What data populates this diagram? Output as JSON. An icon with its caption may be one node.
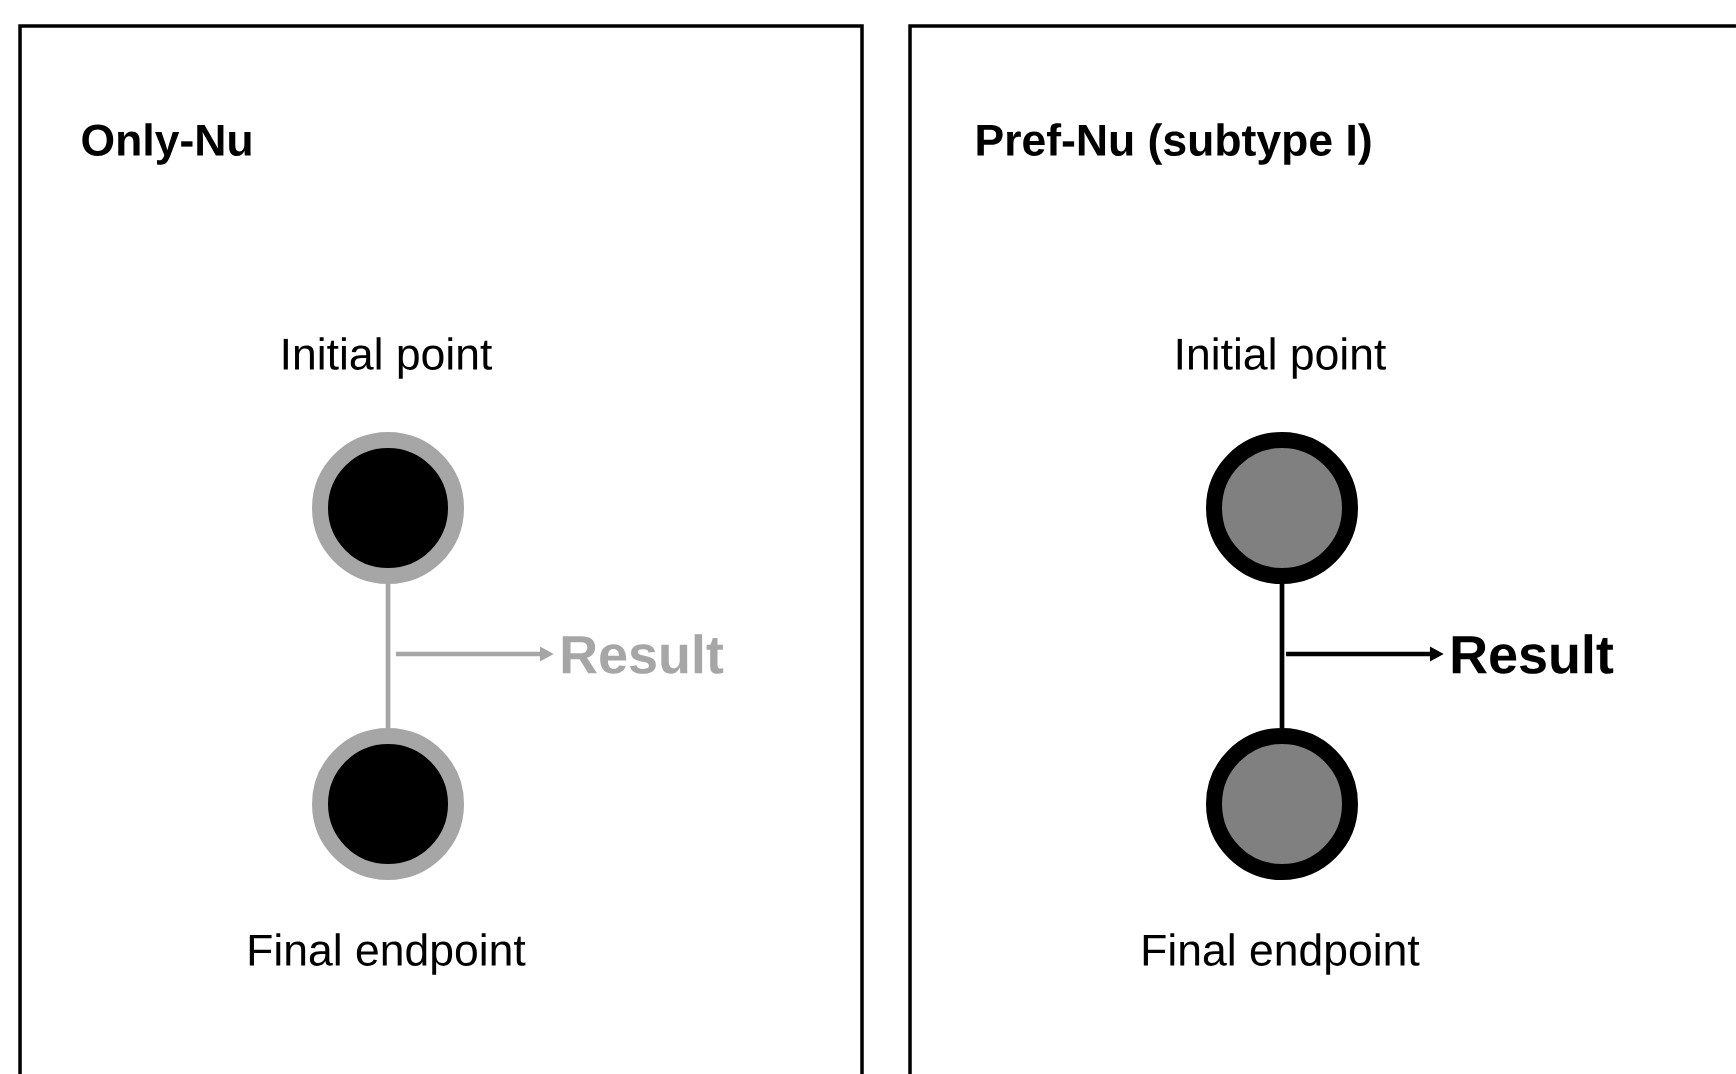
{
  "diagram": {
    "nodes": [
      {
        "text": [
          "Only-Nu"
        ]
      },
      {
        "text": [],
        "shape": "circle",
        "in": 0,
        "beside": [
          "Initial point"
        ]
      },
      {
        "text": [],
        "shape": "circle",
        "in": 0,
        "beside": [
          "Final endpoint"
        ]
      },
      {
        "text": [
          "Result"
        ],
        "in": 0
      },
      {
        "text": [
          "Pref-Nu (subtype I)"
        ]
      },
      {
        "text": [],
        "shape": "circle",
        "in": 4,
        "beside": [
          "Initial point"
        ]
      },
      {
        "text": [],
        "shape": "circle",
        "in": 4,
        "beside": [
          "Final endpoint"
        ]
      },
      {
        "text": [
          "Result"
        ],
        "in": 4
      }
    ],
    "edges": [
      {
        "from": 1,
        "to": 2,
        "arrow": "none",
        "color": "#a6a6a6"
      },
      {
        "from": null,
        "to": 3,
        "arrow": "to",
        "color": "#a6a6a6"
      },
      {
        "from": 5,
        "to": 6,
        "arrow": "none",
        "color": "#000000"
      },
      {
        "from": null,
        "to": 7,
        "arrow": "to",
        "color": "#000000"
      }
    ]
  }
}
